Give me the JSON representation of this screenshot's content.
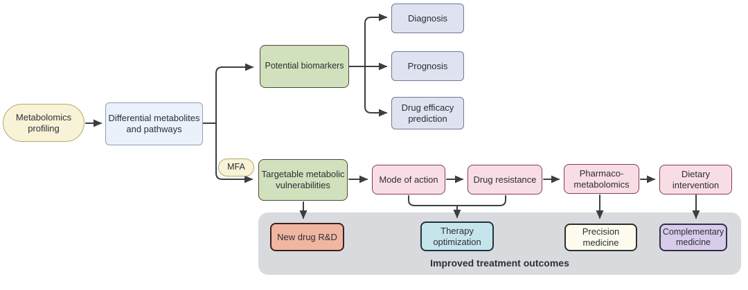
{
  "diagram": {
    "nodes": {
      "metabolomics_profiling": "Metabolomics profiling",
      "differential_metabolites": "Differential metabolites and pathways",
      "mfa": "MFA",
      "potential_biomarkers": "Potential biomarkers",
      "diagnosis": "Diagnosis",
      "prognosis": "Prognosis",
      "drug_efficacy_prediction": "Drug efficacy prediction",
      "targetable_vulnerabilities": "Targetable metabolic vulnerabilities",
      "mode_of_action": "Mode of action",
      "drug_resistance": "Drug resistance",
      "pharmacometabolomics": "Pharmaco-metabolomics",
      "dietary_intervention": "Dietary intervention",
      "new_drug_rd": "New drug R&D",
      "therapy_optimization": "Therapy optimization",
      "precision_medicine": "Precision medicine",
      "complementary_medicine": "Complementary medicine"
    },
    "outcome_zone_label": "Improved treatment outcomes",
    "palette": {
      "yellow_fill": "#f8f3d7",
      "yellow_border": "#b3a96d",
      "blue_fill": "#eaf1fb",
      "blue_border": "#8e9fb5",
      "green_fill": "#d2e1bd",
      "green_border": "#4c4638",
      "lavender_fill": "#dfe2f0",
      "lavender_border": "#6d7992",
      "pink_fill": "#f9dde5",
      "pink_border": "#7c3d52",
      "salmon_fill": "#f1b6a2",
      "salmon_border": "#38221c",
      "cyan_fill": "#c6e4ec",
      "cyan_border": "#1f3340",
      "ivory_fill": "#fdfbee",
      "ivory_border": "#2e2e2e",
      "purple_fill": "#d7cdea",
      "purple_border": "#322d49",
      "outcome_zone_fill": "#d8dade",
      "connector_color": "#3a3e42"
    }
  }
}
